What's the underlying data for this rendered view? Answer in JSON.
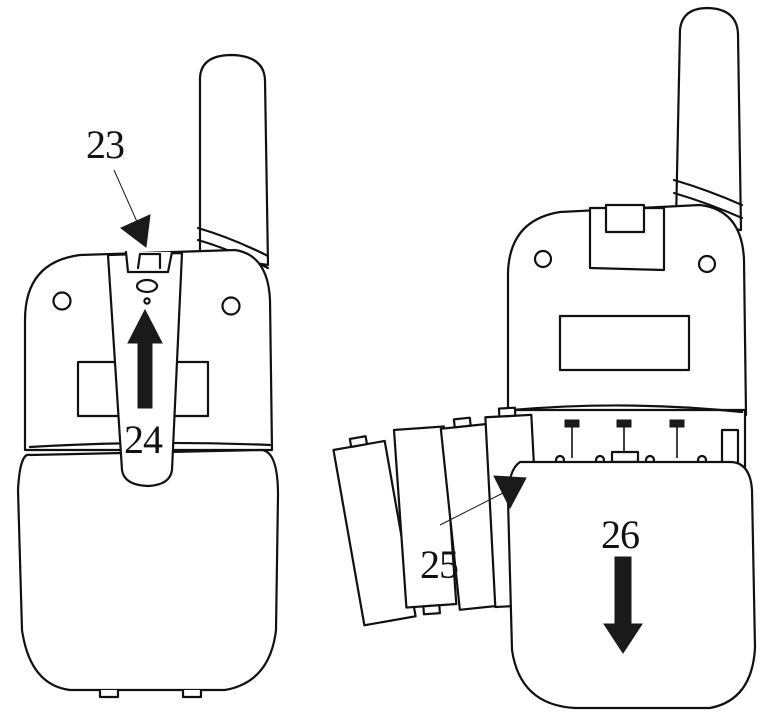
{
  "labels": {
    "belt_clip_latch": "23",
    "belt_clip": "24",
    "batteries": "25",
    "battery_cover": "26"
  },
  "colors": {
    "line": "#111111",
    "background": "#ffffff",
    "arrow": "#1a1a1a"
  }
}
